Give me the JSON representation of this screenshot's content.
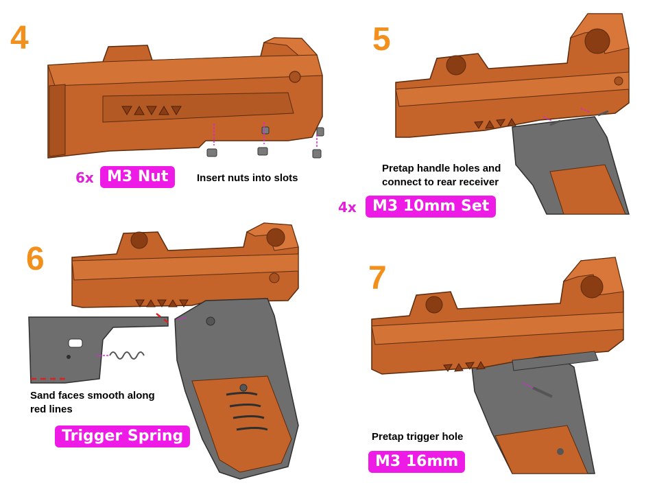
{
  "colors": {
    "part_orange": "#c4642a",
    "part_gray": "#6e6e6e",
    "step_number": "#f2901e",
    "badge_bg": "#ee1be6",
    "badge_text": "#ffffff",
    "guide_line": "#e020d6",
    "sand_line": "#e02020"
  },
  "steps": [
    {
      "number": "4",
      "qty": "6x",
      "part": "M3 Nut",
      "note": "Insert nuts into slots"
    },
    {
      "number": "5",
      "qty": "4x",
      "part": "M3 10mm Set",
      "note_line1": "Pretap handle holes and",
      "note_line2": "connect to rear receiver"
    },
    {
      "number": "6",
      "part": "Trigger Spring",
      "note_line1": "Sand faces smooth along",
      "note_line2": "red lines"
    },
    {
      "number": "7",
      "part": "M3 16mm",
      "note": "Pretap trigger hole"
    }
  ]
}
